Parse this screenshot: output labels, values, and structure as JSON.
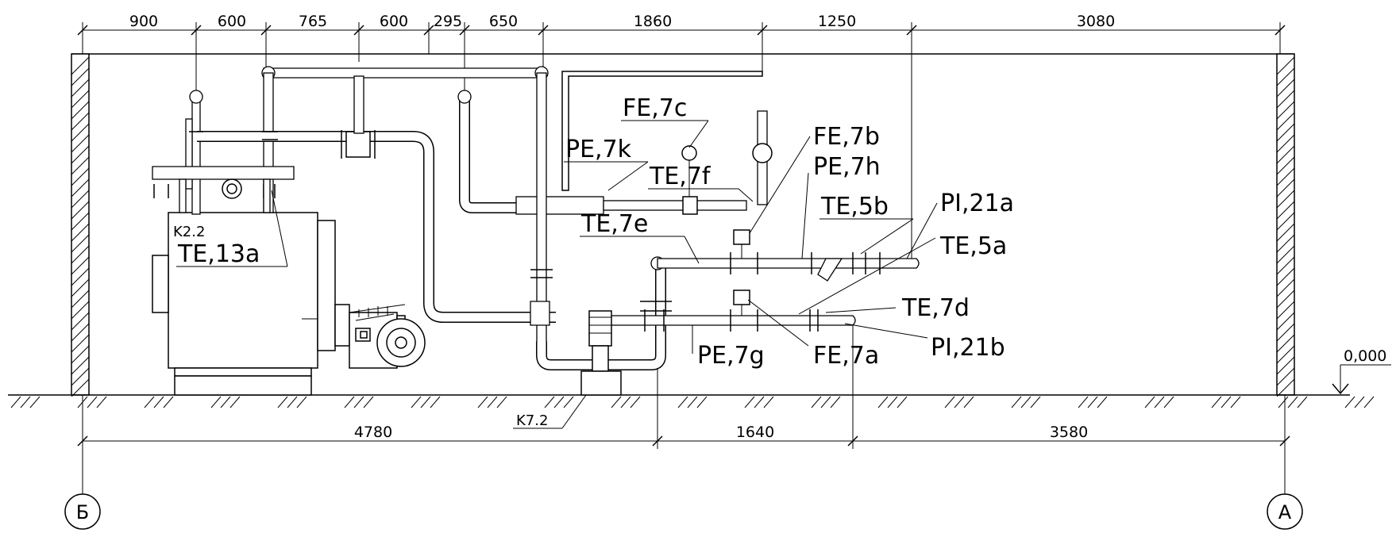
{
  "top_dimensions": [
    "900",
    "600",
    "765",
    "600",
    "295",
    "650",
    "1860",
    "1250",
    "3080"
  ],
  "bottom_dimensions": [
    "4780",
    "1640",
    "3580"
  ],
  "axes": {
    "left": "Б",
    "right": "А"
  },
  "level_mark": "0,000",
  "equipment": {
    "boiler": "K2.2",
    "pump": "K7.2"
  },
  "instrument_tags": {
    "te_13a": "TE,13a",
    "fe_7c": "FE,7c",
    "pe_7k": "PE,7k",
    "te_7f": "TE,7f",
    "te_7e": "TE,7e",
    "fe_7b": "FE,7b",
    "pe_7h": "PE,7h",
    "te_5b": "TE,5b",
    "pi_21a": "PI,21a",
    "te_5a": "TE,5a",
    "te_7d": "TE,7d",
    "pe_7g": "PE,7g",
    "fe_7a": "FE,7a",
    "pi_21b": "PI,21b"
  }
}
